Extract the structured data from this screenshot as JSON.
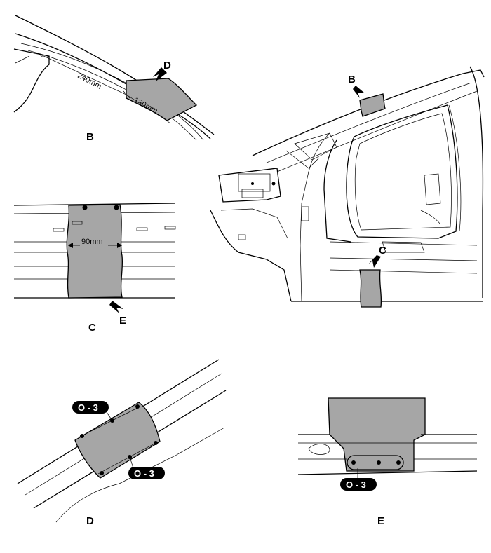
{
  "views": {
    "B": {
      "caption": "B",
      "marker_D": "D",
      "dim_long": "240mm",
      "dim_short": "130mm"
    },
    "C": {
      "caption": "C",
      "marker_E": "E",
      "dim_width": "90mm"
    },
    "main": {
      "marker_B": "B",
      "marker_C": "C"
    },
    "D": {
      "caption": "D",
      "badge_top": "O - 3",
      "badge_bottom": "O - 3"
    },
    "E": {
      "caption": "E",
      "badge": "O - 3"
    }
  },
  "colors": {
    "patch": "#a6a6a6",
    "line": "#000000",
    "badge": "#000000"
  }
}
